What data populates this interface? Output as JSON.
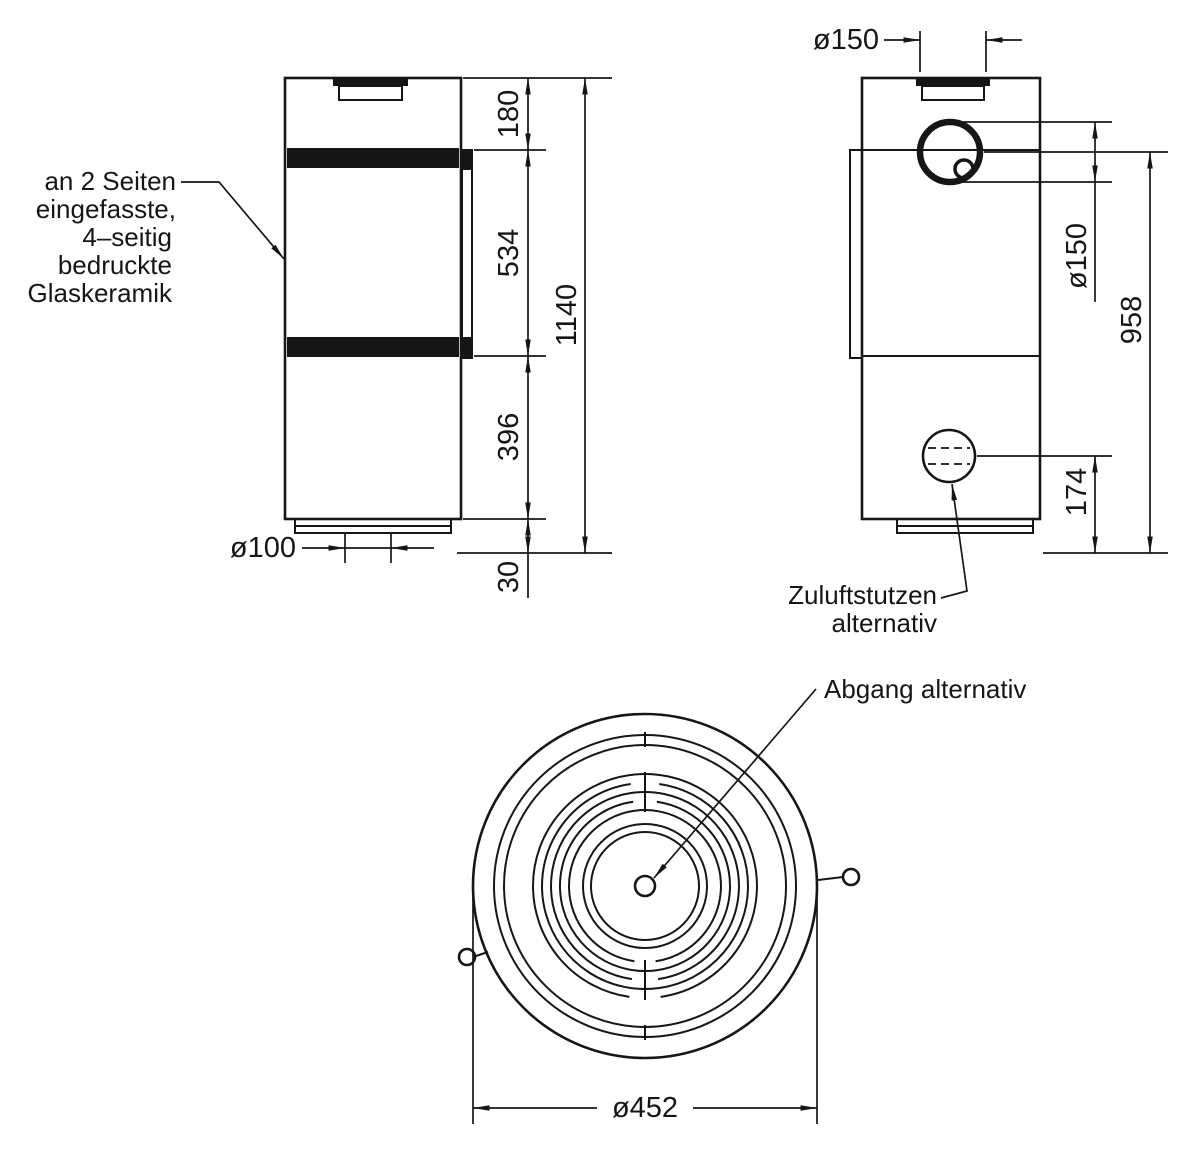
{
  "drawing": {
    "glass_note": {
      "lines": [
        "an 2 Seiten",
        "eingefasste,",
        "4–seitig",
        "bedruckte",
        "Glaskeramik"
      ]
    },
    "front": {
      "dia_floor": "ø100",
      "seg_top": "180",
      "seg_glass": "534",
      "seg_lower": "396",
      "seg_base": "30",
      "total_height": "1140"
    },
    "side": {
      "dia_flue_top": "ø150",
      "dia_flue_rear": "ø150",
      "flue_center_height": "958",
      "inlet_center_height": "174",
      "inlet_note": {
        "lines": [
          "Zuluftstutzen",
          "alternativ"
        ]
      }
    },
    "top": {
      "outlet_note": "Abgang alternativ",
      "dia_body": "ø452"
    }
  }
}
